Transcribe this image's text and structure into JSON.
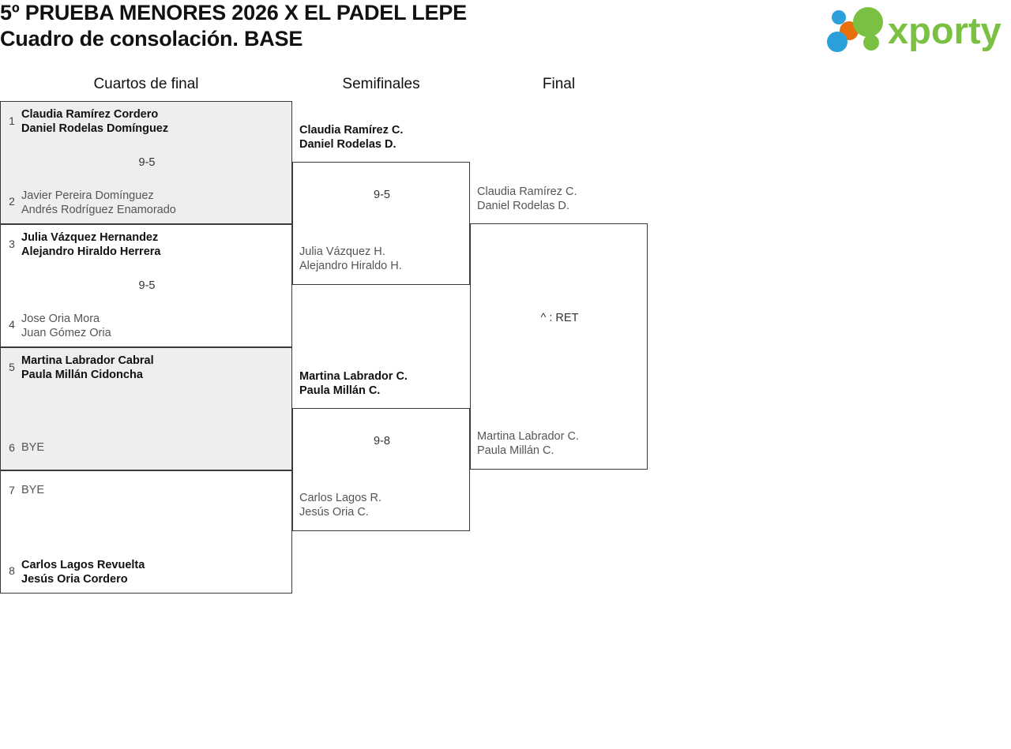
{
  "header": {
    "title_line_1": "5º PRUEBA MENORES 2026 X EL PADEL LEPE",
    "title_line_2": "Cuadro de consolación. BASE",
    "logo_text": "xporty"
  },
  "colors": {
    "logo_green": "#7ac143",
    "logo_blue": "#2b9fd9",
    "logo_orange": "#e8700a",
    "shaded_row": "#eeeeee",
    "border": "#3a3a3a",
    "winner_text": "#111111",
    "loser_text": "#555555"
  },
  "rounds": [
    {
      "label": "Cuartos de final"
    },
    {
      "label": "Semifinales"
    },
    {
      "label": "Final"
    }
  ],
  "round1": [
    {
      "shaded": true,
      "top": {
        "seed": "1",
        "line1": "Claudia Ramírez Cordero",
        "line2": "Daniel Rodelas Domínguez",
        "winner": true
      },
      "bottom": {
        "seed": "2",
        "line1": "Javier Pereira Domínguez",
        "line2": "Andrés Rodríguez Enamorado",
        "winner": false
      },
      "score": "9-5"
    },
    {
      "shaded": false,
      "top": {
        "seed": "3",
        "line1": "Julia Vázquez Hernandez",
        "line2": "Alejandro Hiraldo Herrera",
        "winner": true
      },
      "bottom": {
        "seed": "4",
        "line1": "Jose Oria Mora",
        "line2": "Juan Gómez Oria",
        "winner": false
      },
      "score": "9-5"
    },
    {
      "shaded": true,
      "top": {
        "seed": "5",
        "line1": "Martina Labrador Cabral",
        "line2": "Paula Millán Cidoncha",
        "winner": true
      },
      "bottom": {
        "seed": "6",
        "line1": "BYE",
        "line2": "",
        "winner": false
      },
      "score": ""
    },
    {
      "shaded": false,
      "top": {
        "seed": "7",
        "line1": "BYE",
        "line2": "",
        "winner": false
      },
      "bottom": {
        "seed": "8",
        "line1": "Carlos Lagos Revuelta",
        "line2": "Jesús Oria Cordero",
        "winner": true
      },
      "score": ""
    }
  ],
  "semifinals": [
    {
      "top": {
        "line1": "Claudia Ramírez C.",
        "line2": "Daniel Rodelas D.",
        "winner": true
      },
      "bottom": {
        "line1": "Julia Vázquez H.",
        "line2": "Alejandro Hiraldo H.",
        "winner": false
      },
      "score": "9-5"
    },
    {
      "top": {
        "line1": "Martina Labrador C.",
        "line2": "Paula Millán C.",
        "winner": true
      },
      "bottom": {
        "line1": "Carlos Lagos R.",
        "line2": "Jesús Oria C.",
        "winner": false
      },
      "score": "9-8"
    }
  ],
  "final": [
    {
      "top": {
        "line1": "Claudia Ramírez C.",
        "line2": "Daniel Rodelas D.",
        "winner": false
      },
      "bottom": {
        "line1": "Martina Labrador C.",
        "line2": "Paula Millán C.",
        "winner": false
      },
      "score": "^ : RET"
    }
  ]
}
